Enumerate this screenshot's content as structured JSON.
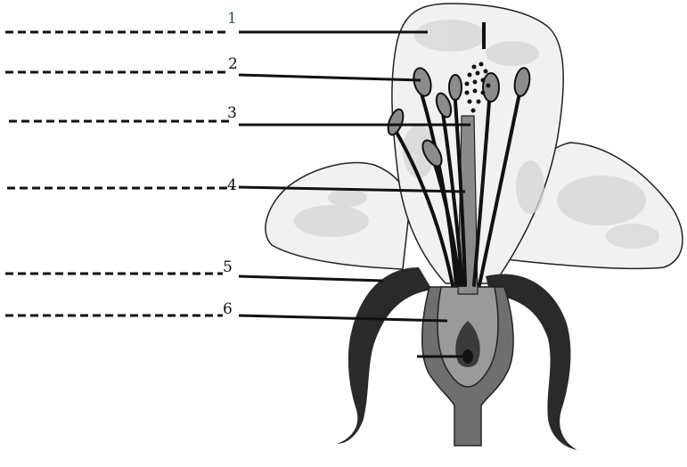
{
  "diagram": {
    "labels": [
      {
        "number": "1"
      },
      {
        "number": "2"
      },
      {
        "number": "3"
      },
      {
        "number": "4"
      },
      {
        "number": "5"
      },
      {
        "number": "6"
      }
    ],
    "colors": {
      "ink": "#111111",
      "petal_fill": "#f1f1f1",
      "petal_texture": "#d8d8d8",
      "sepal": "#2a2a2a",
      "receptacle": "#6f6f6f",
      "ovary_inner": "#9a9a9a",
      "anther": "#8c8c8c",
      "label_one": "#2b5a2b"
    }
  }
}
